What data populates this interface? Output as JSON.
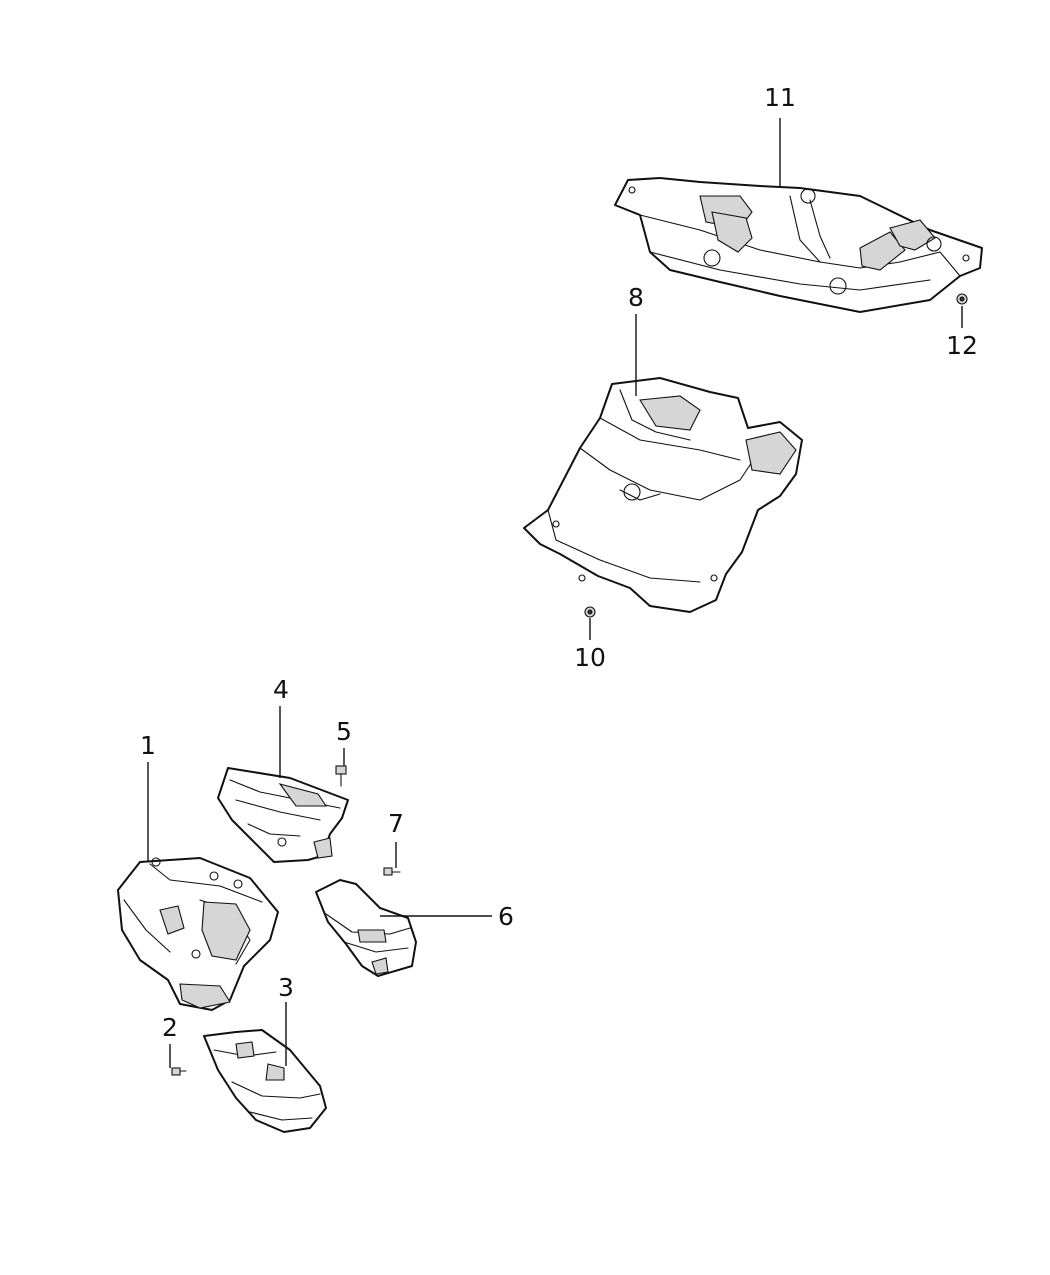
{
  "callouts": {
    "c1": "1",
    "c2": "2",
    "c3": "3",
    "c4": "4",
    "c5": "5",
    "c6": "6",
    "c7": "7",
    "c8": "8",
    "c10": "10",
    "c11": "11",
    "c12": "12"
  },
  "icons": {
    "part11": "heat-shield-upper-icon",
    "part8": "heat-shield-lower-icon",
    "part12": "nut-icon",
    "part10": "nut-icon",
    "part4": "manifold-heat-shield-icon",
    "part5": "bolt-icon",
    "part1": "exhaust-manifold-converter-icon",
    "part7": "bolt-icon",
    "part6": "converter-heat-shield-icon",
    "part2": "bolt-icon",
    "part3": "converter-lower-shield-icon"
  }
}
